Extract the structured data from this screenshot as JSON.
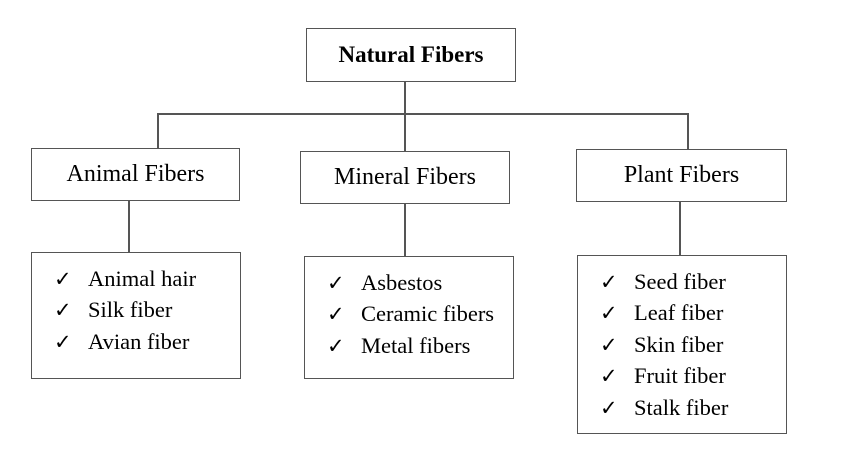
{
  "diagram": {
    "root": {
      "label": "Natural Fibers"
    },
    "categories": [
      {
        "label": "Animal Fibers",
        "items": [
          "Animal hair",
          "Silk fiber",
          "Avian fiber"
        ]
      },
      {
        "label": "Mineral Fibers",
        "items": [
          "Asbestos",
          "Ceramic fibers",
          "Metal fibers"
        ]
      },
      {
        "label": "Plant Fibers",
        "items": [
          "Seed fiber",
          "Leaf fiber",
          "Skin fiber",
          "Fruit fiber",
          "Stalk fiber"
        ]
      }
    ],
    "check_glyph": "✓",
    "line_color": "#555555"
  }
}
